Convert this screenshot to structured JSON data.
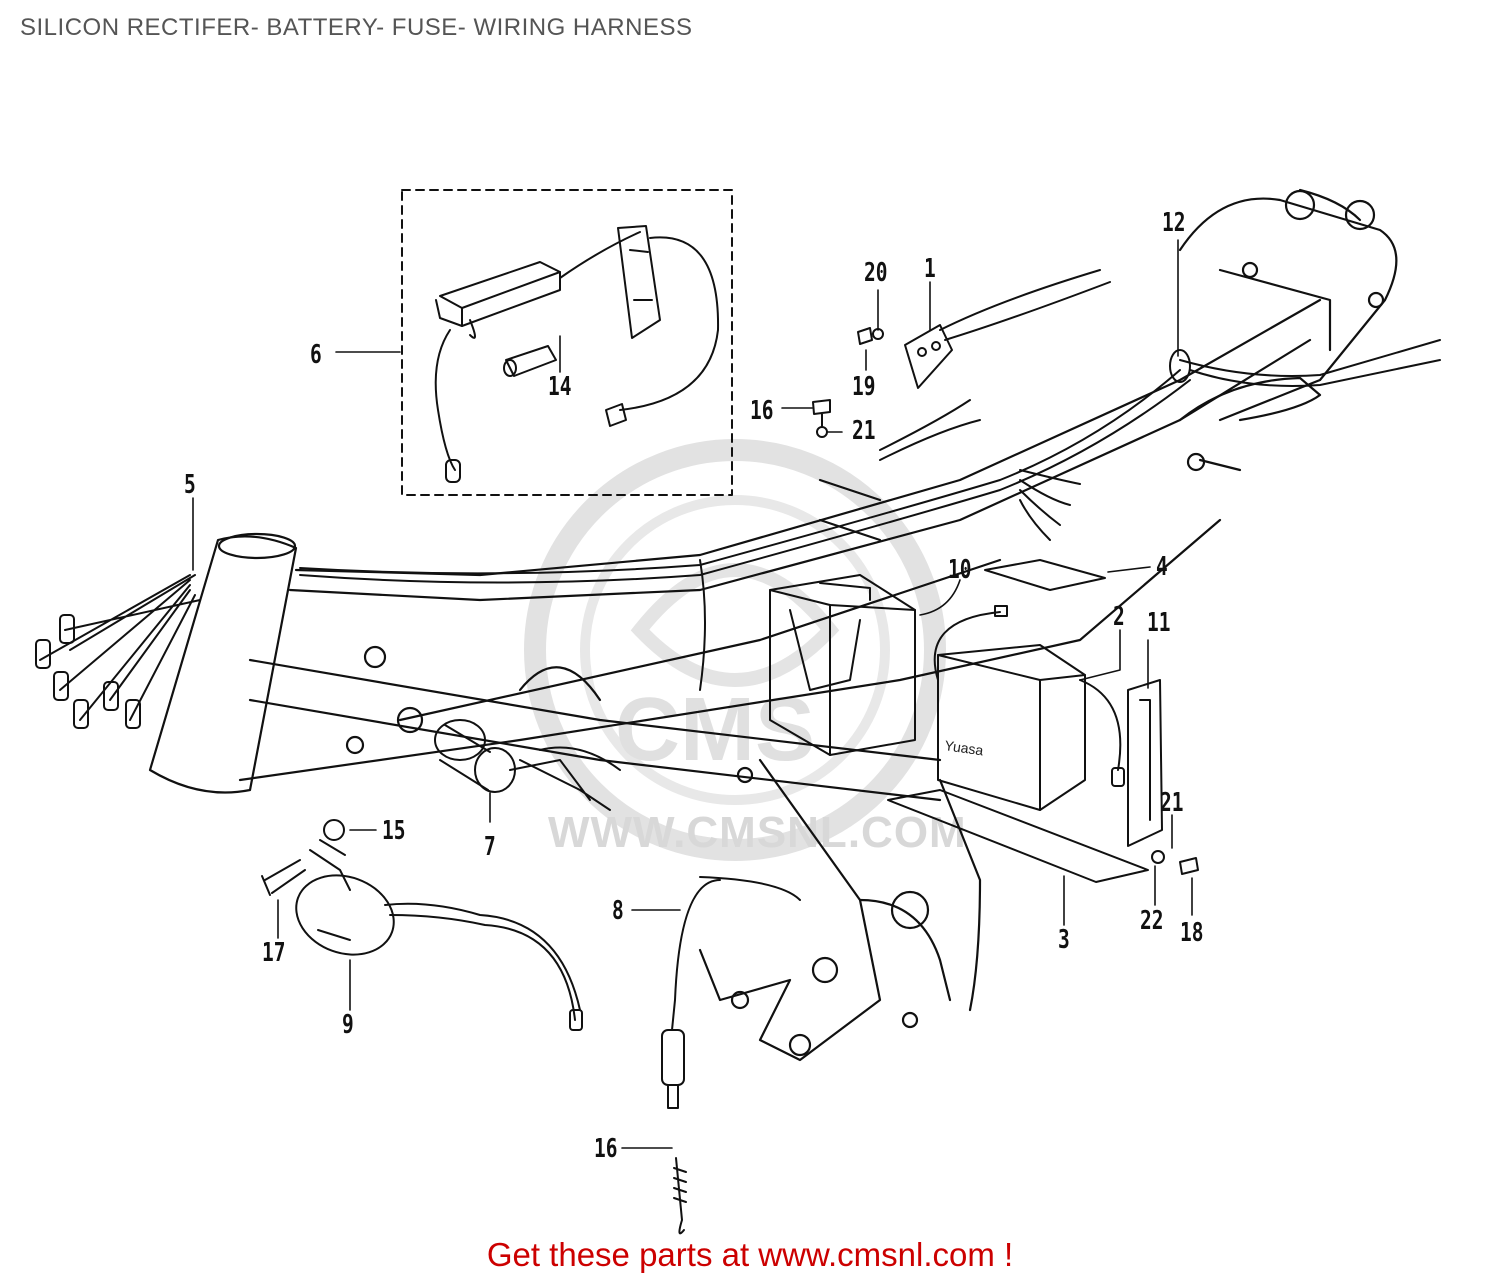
{
  "header": {
    "title": "SILICON RECTIFER- BATTERY- FUSE- WIRING HARNESS"
  },
  "footer": {
    "text": "Get these parts at www.cmsnl.com !"
  },
  "watermark": {
    "url": "WWW.CMSNL.COM"
  },
  "callouts": {
    "c1": "1",
    "c2": "2",
    "c3": "3",
    "c4": "4",
    "c5": "5",
    "c6": "6",
    "c7": "7",
    "c8": "8",
    "c9": "9",
    "c10": "10",
    "c11": "11",
    "c12": "12",
    "c14": "14",
    "c15": "15",
    "c16a": "16",
    "c16b": "16",
    "c17": "17",
    "c18": "18",
    "c19": "19",
    "c20": "20",
    "c21a": "21",
    "c21b": "21",
    "c22": "22"
  },
  "battery_label": {
    "brand": "Yuasa"
  },
  "colors": {
    "footer": "#cc0000",
    "title": "#555555",
    "line": "#111111",
    "watermark": "#d8d8d8"
  }
}
